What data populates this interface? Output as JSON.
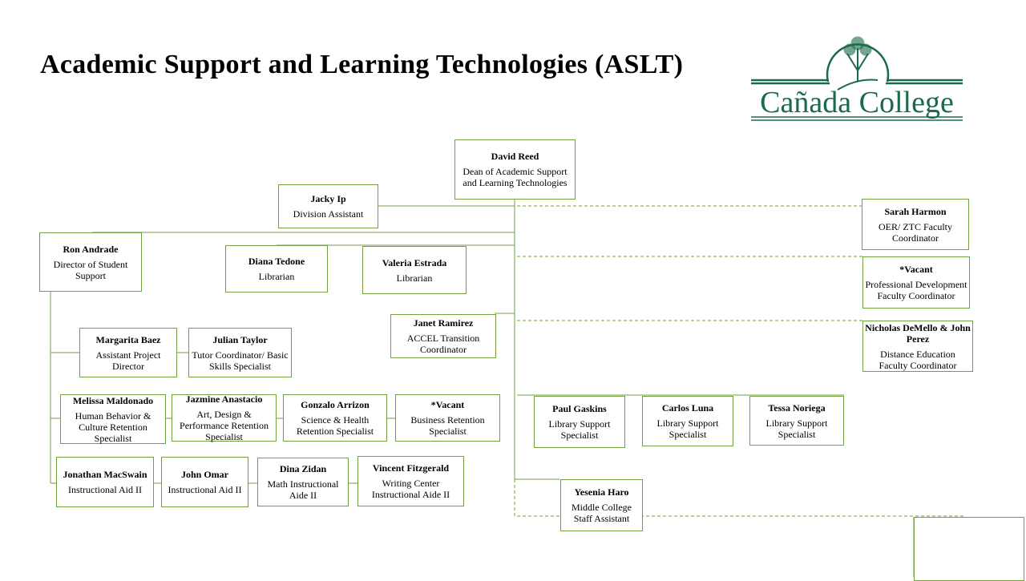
{
  "title": "Academic Support and Learning Technologies (ASLT)",
  "logo": {
    "text": "Cañada College",
    "color": "#1a6b4a"
  },
  "colors": {
    "line": "#70a040"
  },
  "people": [
    {
      "name": "David  Reed",
      "role": "Dean of Academic Support and Learning Technologies"
    },
    {
      "name": "Jacky Ip",
      "role": "Division Assistant"
    },
    {
      "name": "Ron Andrade",
      "role": "Director of Student Support"
    },
    {
      "name": "Diana  Tedone",
      "role": "Librarian"
    },
    {
      "name": "Valeria Estrada",
      "role": "Librarian"
    },
    {
      "name": "Janet Ramirez",
      "role": "ACCEL Transition Coordinator"
    },
    {
      "name": "Sarah Harmon",
      "role": "OER/  ZTC Faculty Coordinator"
    },
    {
      "name": "*Vacant",
      "role": "Professional Development Faculty Coordinator"
    },
    {
      "name": "Nicholas DeMello & John Perez",
      "role": "Distance Education Faculty Coordinator"
    },
    {
      "name": "Margarita  Baez",
      "role": "Assistant Project Director"
    },
    {
      "name": "Julian Taylor",
      "role": "Tutor Coordinator/ Basic Skills  Specialist"
    },
    {
      "name": "Melissa Maldonado",
      "role": "Human Behavior & Culture Retention Specialist"
    },
    {
      "name": "Jazmine  Anastacio",
      "role": "Art, Design & Performance Retention Specialist"
    },
    {
      "name": "Gonzalo  Arrizon",
      "role": "Science & Health Retention Specialist"
    },
    {
      "name": "*Vacant",
      "role": "Business Retention Specialist"
    },
    {
      "name": "Paul Gaskins",
      "role": "Library Support Specialist"
    },
    {
      "name": "Carlos Luna",
      "role": "Library Support Specialist"
    },
    {
      "name": "Tessa Noriega",
      "role": "Library Support Specialist"
    },
    {
      "name": "Jonathan  MacSwain",
      "role": "Instructional Aid II"
    },
    {
      "name": "John Omar",
      "role": "Instructional Aid II"
    },
    {
      "name": "Dina  Zidan",
      "role": "Math Instructional Aide II"
    },
    {
      "name": "Vincent  Fitzgerald",
      "role": "Writing Center Instructional Aide II"
    },
    {
      "name": "Yesenia Haro",
      "role": "Middle College Staff Assistant"
    }
  ]
}
